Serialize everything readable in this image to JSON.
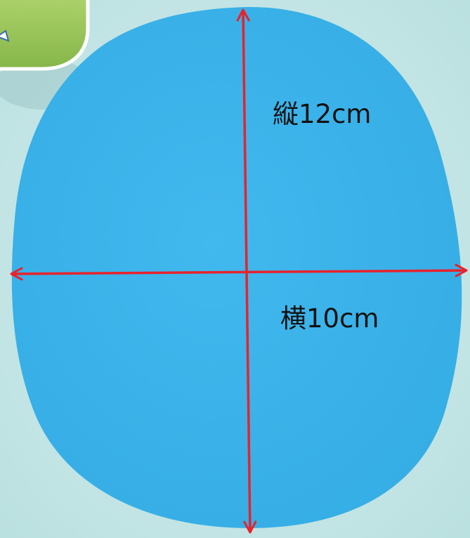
{
  "photo": {
    "subject": "blue-paper-oval",
    "vertical_label": "縦12cm",
    "horizontal_label": "横10cm"
  },
  "colors": {
    "background": "#c8e7e6",
    "paper": "#3cb3e9",
    "arrow": "#e8222c",
    "badge_fill": "#9cc75c",
    "badge_border": "#ffffff"
  },
  "measurements": {
    "height_cm": 12,
    "width_cm": 10
  }
}
